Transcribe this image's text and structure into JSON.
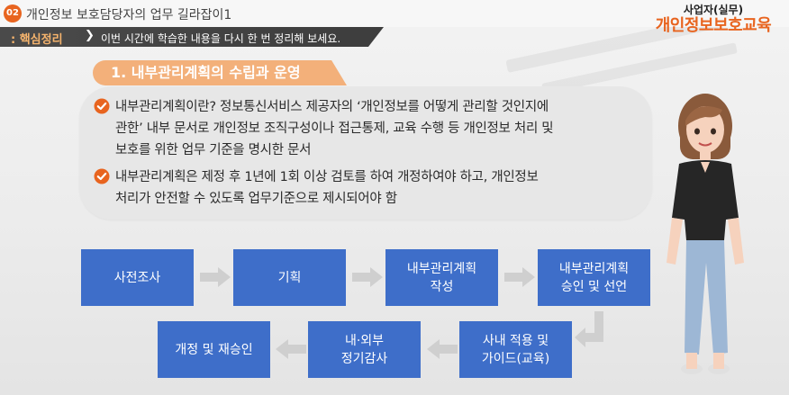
{
  "header": {
    "chapter_number": "02",
    "chapter_title": "개인정보 보호담당자의 업무 길라잡이1",
    "brand_sub": "사업자(실무)",
    "brand_main": "개인정보보호교육"
  },
  "summary": {
    "label": ": 핵심정리",
    "chevron": "❯",
    "text": "이번 시간에 학습한 내용을 다시 한 번 정리해 보세요."
  },
  "section": {
    "title": "1. 내부관리계획의 수립과 운영"
  },
  "bullets": [
    {
      "icon": "check-circle-icon",
      "lines": [
        "내부관리계획이란? 정보통신서비스 제공자의 ‘개인정보를 어떻게 관리할 것인지에",
        "관한’ 내부 문서로 개인정보 조직구성이나 접근통제, 교육 수행 등 개인정보 처리 및",
        "보호를 위한 업무 기준을 명시한 문서"
      ]
    },
    {
      "icon": "check-circle-icon",
      "lines": [
        "내부관리계획은 제정 후 1년에 1회 이상 검토를 하여 개정하여야 하고, 개인정보",
        "처리가 안전할 수 있도록 업무기준으로 제시되어야 함"
      ]
    }
  ],
  "flow": {
    "steps": [
      "사전조사",
      "기획",
      "내부관리계획\n작성",
      "내부관리계획\n승인 및 선언",
      "사내 적용 및\n가이드(교육)",
      "내·외부\n정기감사",
      "개정 및 재승인"
    ],
    "colors": {
      "step": "#3e6ec9",
      "arrow": "#cfcfcf"
    }
  },
  "colors": {
    "accent": "#e8641f",
    "section_bg": "#f3b07a",
    "summary_label": "#f6b46d"
  }
}
